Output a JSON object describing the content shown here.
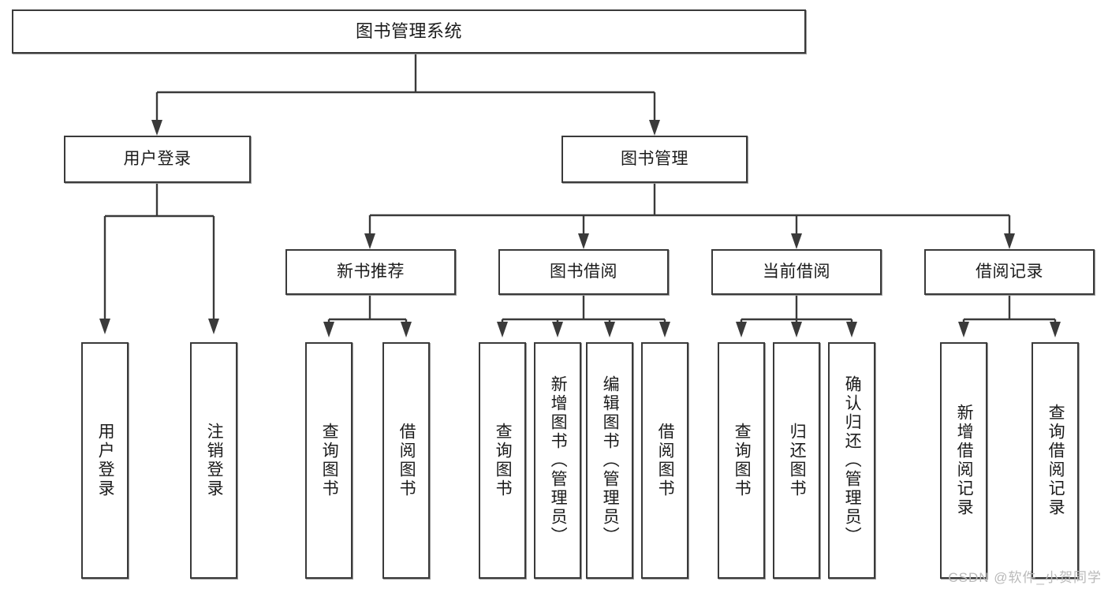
{
  "diagram": {
    "type": "tree",
    "title": "图书管理系统",
    "watermark": "CSDN @软件_小贺同学",
    "colors": {
      "box_border": "#3a3a3a",
      "box_fill": "#ffffff",
      "connector": "#3a3a3a",
      "text": "#1b1b1b",
      "watermark": "#b9b9b9"
    },
    "levels": {
      "root": "图书管理系统",
      "level2": [
        "用户登录",
        "图书管理"
      ],
      "level3": [
        "新书推荐",
        "图书借阅",
        "当前借阅",
        "借阅记录"
      ]
    },
    "nodes": {
      "root": {
        "label": "图书管理系统"
      },
      "user_login": {
        "label": "用户登录"
      },
      "book_manage": {
        "label": "图书管理"
      },
      "new_book_rec": {
        "label": "新书推荐"
      },
      "book_borrow": {
        "label": "图书借阅"
      },
      "current_borrow": {
        "label": "当前借阅"
      },
      "borrow_record": {
        "label": "借阅记录"
      }
    },
    "leaves": {
      "user_login": [
        {
          "label": "用户登录"
        },
        {
          "label": "注销登录"
        }
      ],
      "new_book_rec": [
        {
          "label": "查询图书"
        },
        {
          "label": "借阅图书"
        }
      ],
      "book_borrow": [
        {
          "label": "查询图书"
        },
        {
          "label": "新增图书（管理员）"
        },
        {
          "label": "编辑图书（管理员）"
        },
        {
          "label": "借阅图书"
        }
      ],
      "current_borrow": [
        {
          "label": "查询图书"
        },
        {
          "label": "归还图书"
        },
        {
          "label": "确认归还（管理员）"
        }
      ],
      "borrow_record": [
        {
          "label": "新增借阅记录"
        },
        {
          "label": "查询借阅记录"
        }
      ]
    }
  }
}
